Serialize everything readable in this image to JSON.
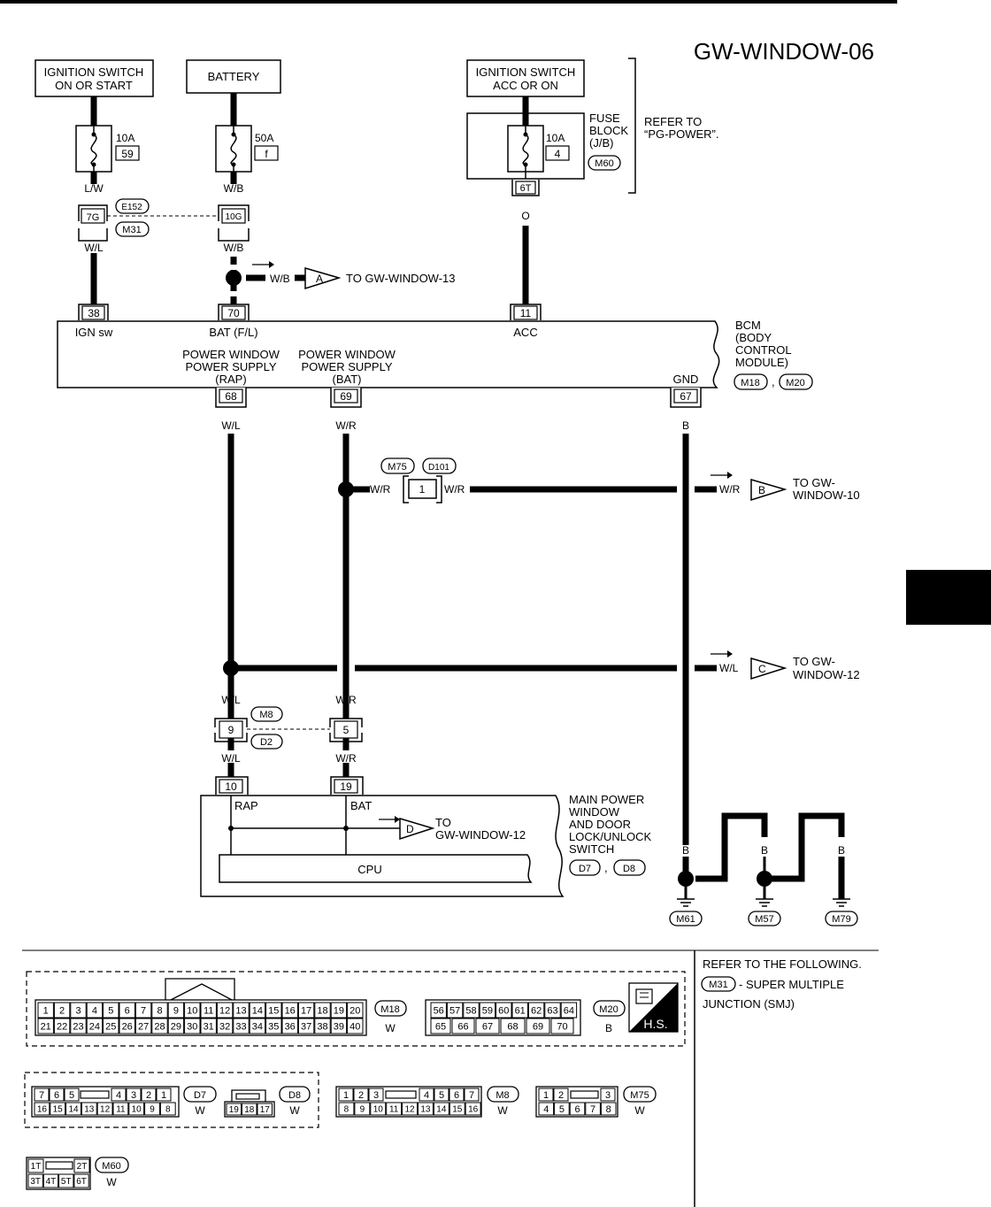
{
  "page": {
    "title": "GW-WINDOW-06",
    "side_tab_color": "#000000"
  },
  "sources": {
    "ign_on_start": [
      "IGNITION SWITCH",
      "ON OR START"
    ],
    "battery": "BATTERY",
    "ign_acc_on": [
      "IGNITION SWITCH",
      "ACC OR ON"
    ]
  },
  "fuses": {
    "f1": {
      "amp": "10A",
      "num": "59"
    },
    "f2": {
      "amp": "50A",
      "num": "f"
    },
    "f3": {
      "amp": "10A",
      "num": "4"
    },
    "fuse_block": [
      "FUSE",
      "BLOCK",
      "(J/B)"
    ],
    "fuse_block_conn": "M60",
    "fuse_block_term": "6T",
    "refer": [
      "REFER TO",
      "“PG-POWER”."
    ]
  },
  "wires": {
    "lw": "L/W",
    "wb": "W/B",
    "wl": "W/L",
    "wr": "W/R",
    "o": "O",
    "b": "B"
  },
  "joint1": {
    "pin_a": "7G",
    "pin_b": "10G",
    "conn_a": "E152",
    "conn_b": "M31"
  },
  "off_page": {
    "a": {
      "letter": "A",
      "wire": "W/B",
      "text": "TO GW-WINDOW-13"
    },
    "b": {
      "letter": "B",
      "wire": "W/R",
      "text": [
        "TO GW-",
        "WINDOW-10"
      ]
    },
    "c": {
      "letter": "C",
      "wire": "W/L",
      "text": [
        "TO GW-",
        "WINDOW-12"
      ]
    },
    "d": {
      "letter": "D",
      "text": [
        "TO",
        "GW-WINDOW-12"
      ]
    }
  },
  "bcm": {
    "pins_top": [
      "38",
      "70",
      "11"
    ],
    "labels_top": [
      "IGN sw",
      "BAT (F/L)",
      "ACC"
    ],
    "name": [
      "BCM",
      "(BODY",
      "CONTROL",
      "MODULE)"
    ],
    "conn": [
      "M18",
      "M20"
    ],
    "pins_bottom": [
      "68",
      "69",
      "67"
    ],
    "pwps_rap": [
      "POWER WINDOW",
      "POWER SUPPLY",
      "(RAP)"
    ],
    "pwps_bat": [
      "POWER WINDOW",
      "POWER SUPPLY",
      "(BAT)"
    ],
    "gnd": "GND"
  },
  "joint2": {
    "conn_a": "M75",
    "conn_b": "D101",
    "pin": "1"
  },
  "joint3": {
    "conn_a": "M8",
    "conn_b": "D2",
    "pin_a": "9",
    "pin_b": "5"
  },
  "mps": {
    "pins": [
      "10",
      "19"
    ],
    "labels": [
      "RAP",
      "BAT"
    ],
    "cpu": "CPU",
    "name": [
      "MAIN POWER",
      "WINDOW",
      "AND DOOR",
      "LOCK/UNLOCK",
      "SWITCH"
    ],
    "conn": [
      "D7",
      "D8"
    ]
  },
  "grounds": [
    "M61",
    "M57",
    "M79"
  ],
  "legend": {
    "m18": {
      "name": "M18",
      "color": "W",
      "row1": [
        "1",
        "2",
        "3",
        "4",
        "5",
        "6",
        "7",
        "8",
        "9",
        "10",
        "11",
        "12",
        "13",
        "14",
        "15",
        "16",
        "17",
        "18",
        "19",
        "20"
      ],
      "row2": [
        "21",
        "22",
        "23",
        "24",
        "25",
        "26",
        "27",
        "28",
        "29",
        "30",
        "31",
        "32",
        "33",
        "34",
        "35",
        "36",
        "37",
        "38",
        "39",
        "40"
      ]
    },
    "m20": {
      "name": "M20",
      "color": "B",
      "row1": [
        "56",
        "57",
        "58",
        "59",
        "60",
        "61",
        "62",
        "63",
        "64"
      ],
      "row2": [
        "65",
        "66",
        "67",
        "68",
        "69",
        "70"
      ]
    },
    "hs": "H.S.",
    "d7": {
      "name": "D7",
      "color": "W",
      "row1": [
        "7",
        "6",
        "5",
        "4",
        "3",
        "2",
        "1"
      ],
      "row2": [
        "16",
        "15",
        "14",
        "13",
        "12",
        "11",
        "10",
        "9",
        "8"
      ]
    },
    "d8": {
      "name": "D8",
      "color": "W",
      "row1": [
        "19",
        "18",
        "17"
      ]
    },
    "m8": {
      "name": "M8",
      "color": "W",
      "row1": [
        "1",
        "2",
        "3",
        "4",
        "5",
        "6",
        "7"
      ],
      "row2": [
        "8",
        "9",
        "10",
        "11",
        "12",
        "13",
        "14",
        "15",
        "16"
      ]
    },
    "m75": {
      "name": "M75",
      "color": "W",
      "row1": [
        "1",
        "2",
        "3"
      ],
      "row2": [
        "4",
        "5",
        "6",
        "7",
        "8"
      ]
    },
    "m60": {
      "name": "M60",
      "color": "W",
      "row1": [
        "1T",
        "2T"
      ],
      "row2": [
        "3T",
        "4T",
        "5T",
        "6T"
      ]
    }
  },
  "refer_note": {
    "line1": "REFER TO THE FOLLOWING.",
    "conn": "M31",
    "line2": "- SUPER MULTIPLE",
    "line3": "JUNCTION (SMJ)"
  }
}
